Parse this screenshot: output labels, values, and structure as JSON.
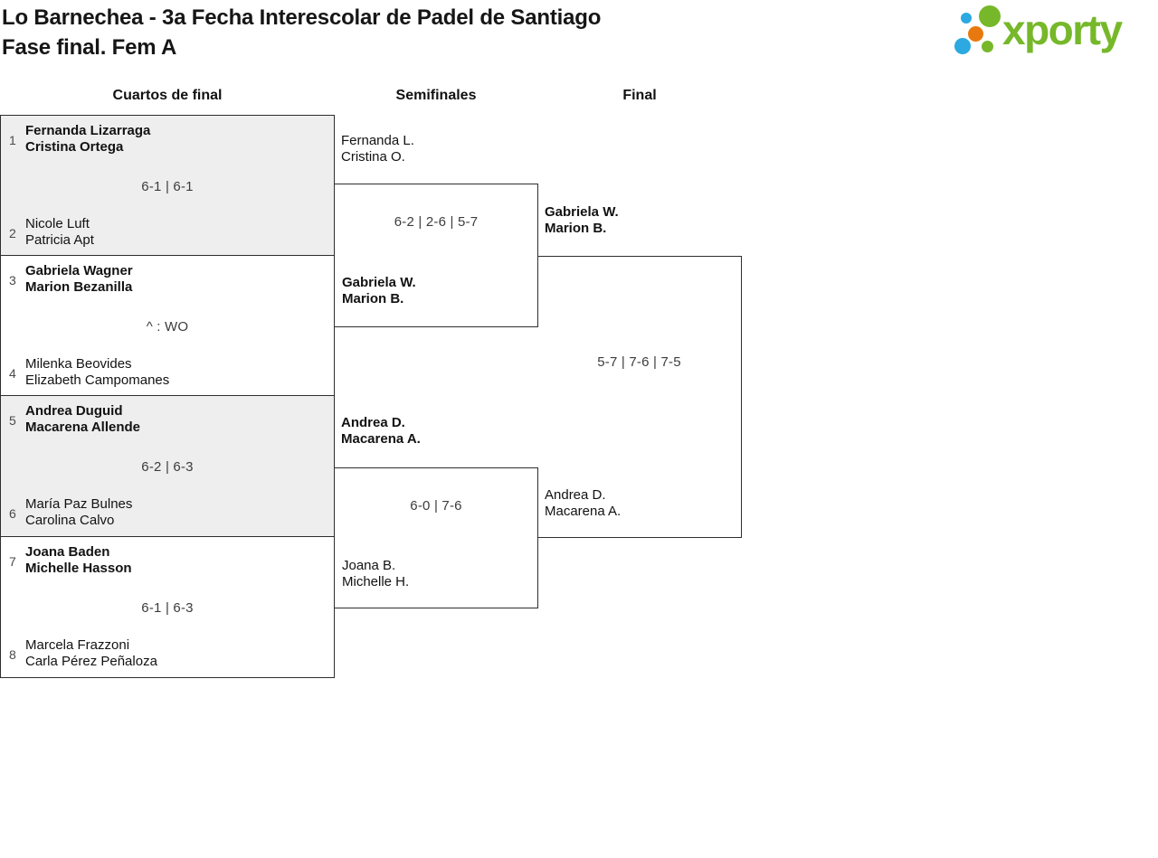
{
  "header": {
    "title_line1": "Lo Barnechea - 3a Fecha Interescolar de Padel de Santiago",
    "title_line2": "Fase final. Fem A"
  },
  "logo": {
    "text": "xporty"
  },
  "rounds": {
    "quarterfinals": "Cuartos de final",
    "semifinals": "Semifinales",
    "final": "Final"
  },
  "bracket": {
    "quarterfinals": [
      {
        "seedA": "1",
        "teamA": [
          "Fernanda Lizarraga",
          "Cristina Ortega"
        ],
        "score": "6-1 | 6-1",
        "seedB": "2",
        "teamB": [
          "Nicole Luft",
          "Patricia Apt"
        ],
        "winner": "A"
      },
      {
        "seedA": "3",
        "teamA": [
          "Gabriela Wagner",
          "Marion Bezanilla"
        ],
        "score": "^ : WO",
        "seedB": "4",
        "teamB": [
          "Milenka Beovides",
          "Elizabeth Campomanes"
        ],
        "winner": "A"
      },
      {
        "seedA": "5",
        "teamA": [
          "Andrea Duguid",
          "Macarena Allende"
        ],
        "score": "6-2 | 6-3",
        "seedB": "6",
        "teamB": [
          "María Paz Bulnes",
          "Carolina Calvo"
        ],
        "winner": "A"
      },
      {
        "seedA": "7",
        "teamA": [
          "Joana Baden",
          "Michelle Hasson"
        ],
        "score": "6-1 | 6-3",
        "seedB": "8",
        "teamB": [
          "Marcela Frazzoni",
          "Carla Pérez Peñaloza"
        ],
        "winner": "A"
      }
    ],
    "semifinals": [
      {
        "teamA": [
          "Fernanda L.",
          "Cristina O."
        ],
        "score": "6-2 | 2-6 | 5-7",
        "teamB": [
          "Gabriela W.",
          "Marion B."
        ],
        "winner": "B"
      },
      {
        "teamA": [
          "Andrea D.",
          "Macarena A."
        ],
        "score": "6-0 | 7-6",
        "teamB": [
          "Joana B.",
          "Michelle H."
        ],
        "winner": "A"
      }
    ],
    "final": {
      "teamA": [
        "Gabriela W.",
        "Marion B."
      ],
      "score": "5-7 | 7-6 | 7-5",
      "teamB": [
        "Andrea D.",
        "Macarena A."
      ],
      "winner": "A"
    }
  },
  "colors": {
    "brand_green": "#76b82a",
    "brand_blue": "#2ba9e0",
    "brand_orange": "#e8790e",
    "block_gray": "#eeeeee",
    "border": "#2e2e2e"
  }
}
